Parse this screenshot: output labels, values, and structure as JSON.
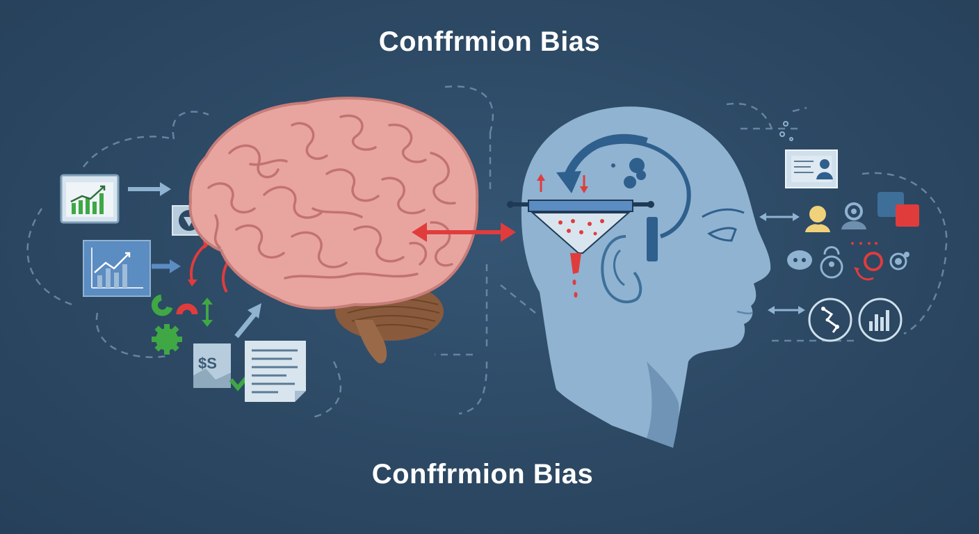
{
  "title_top": "Conffrmion Bias",
  "title_bottom": "Conffrmion Bias",
  "document_icon_text": "$S",
  "colors": {
    "background": "#2d4a66",
    "brain": "#e8a5a0",
    "head": "#8fb3d1",
    "accent_red": "#e03c3c",
    "accent_green": "#3fa845",
    "icon_light": "#cfe0ec"
  },
  "icons": [
    "line-chart-icon",
    "bar-chart-icon",
    "magnet-icon",
    "gear-icon",
    "document-icon",
    "checkmark-icon",
    "filter-funnel-icon",
    "id-card-icon",
    "user-avatar-icon",
    "analytics-circle-icon"
  ]
}
